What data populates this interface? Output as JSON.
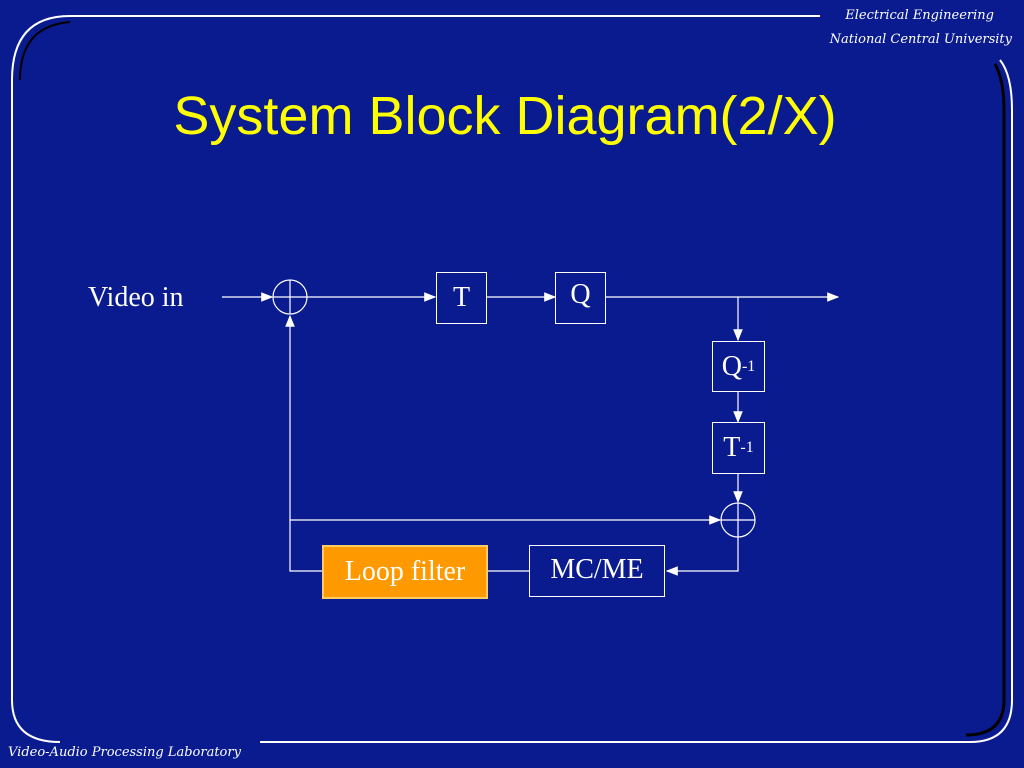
{
  "header": {
    "affiliation_line1": "Electrical Engineering",
    "affiliation_line2": "National Central University"
  },
  "footer": {
    "lab_name": "Video-Audio Processing Laboratory"
  },
  "slide": {
    "title": "System Block Diagram(2/X)"
  },
  "diagram": {
    "input_label": "Video in",
    "block_T": "T",
    "block_Q": "Q",
    "block_Qinv_base": "Q",
    "block_Qinv_sup": "-1",
    "block_Tinv_base": "T",
    "block_Tinv_sup": "-1",
    "block_mcme": "MC/ME",
    "block_loop_filter": "Loop filter"
  },
  "colors": {
    "background": "#0a1b8f",
    "title": "#ffff00",
    "highlight_block": "#ff9900"
  }
}
